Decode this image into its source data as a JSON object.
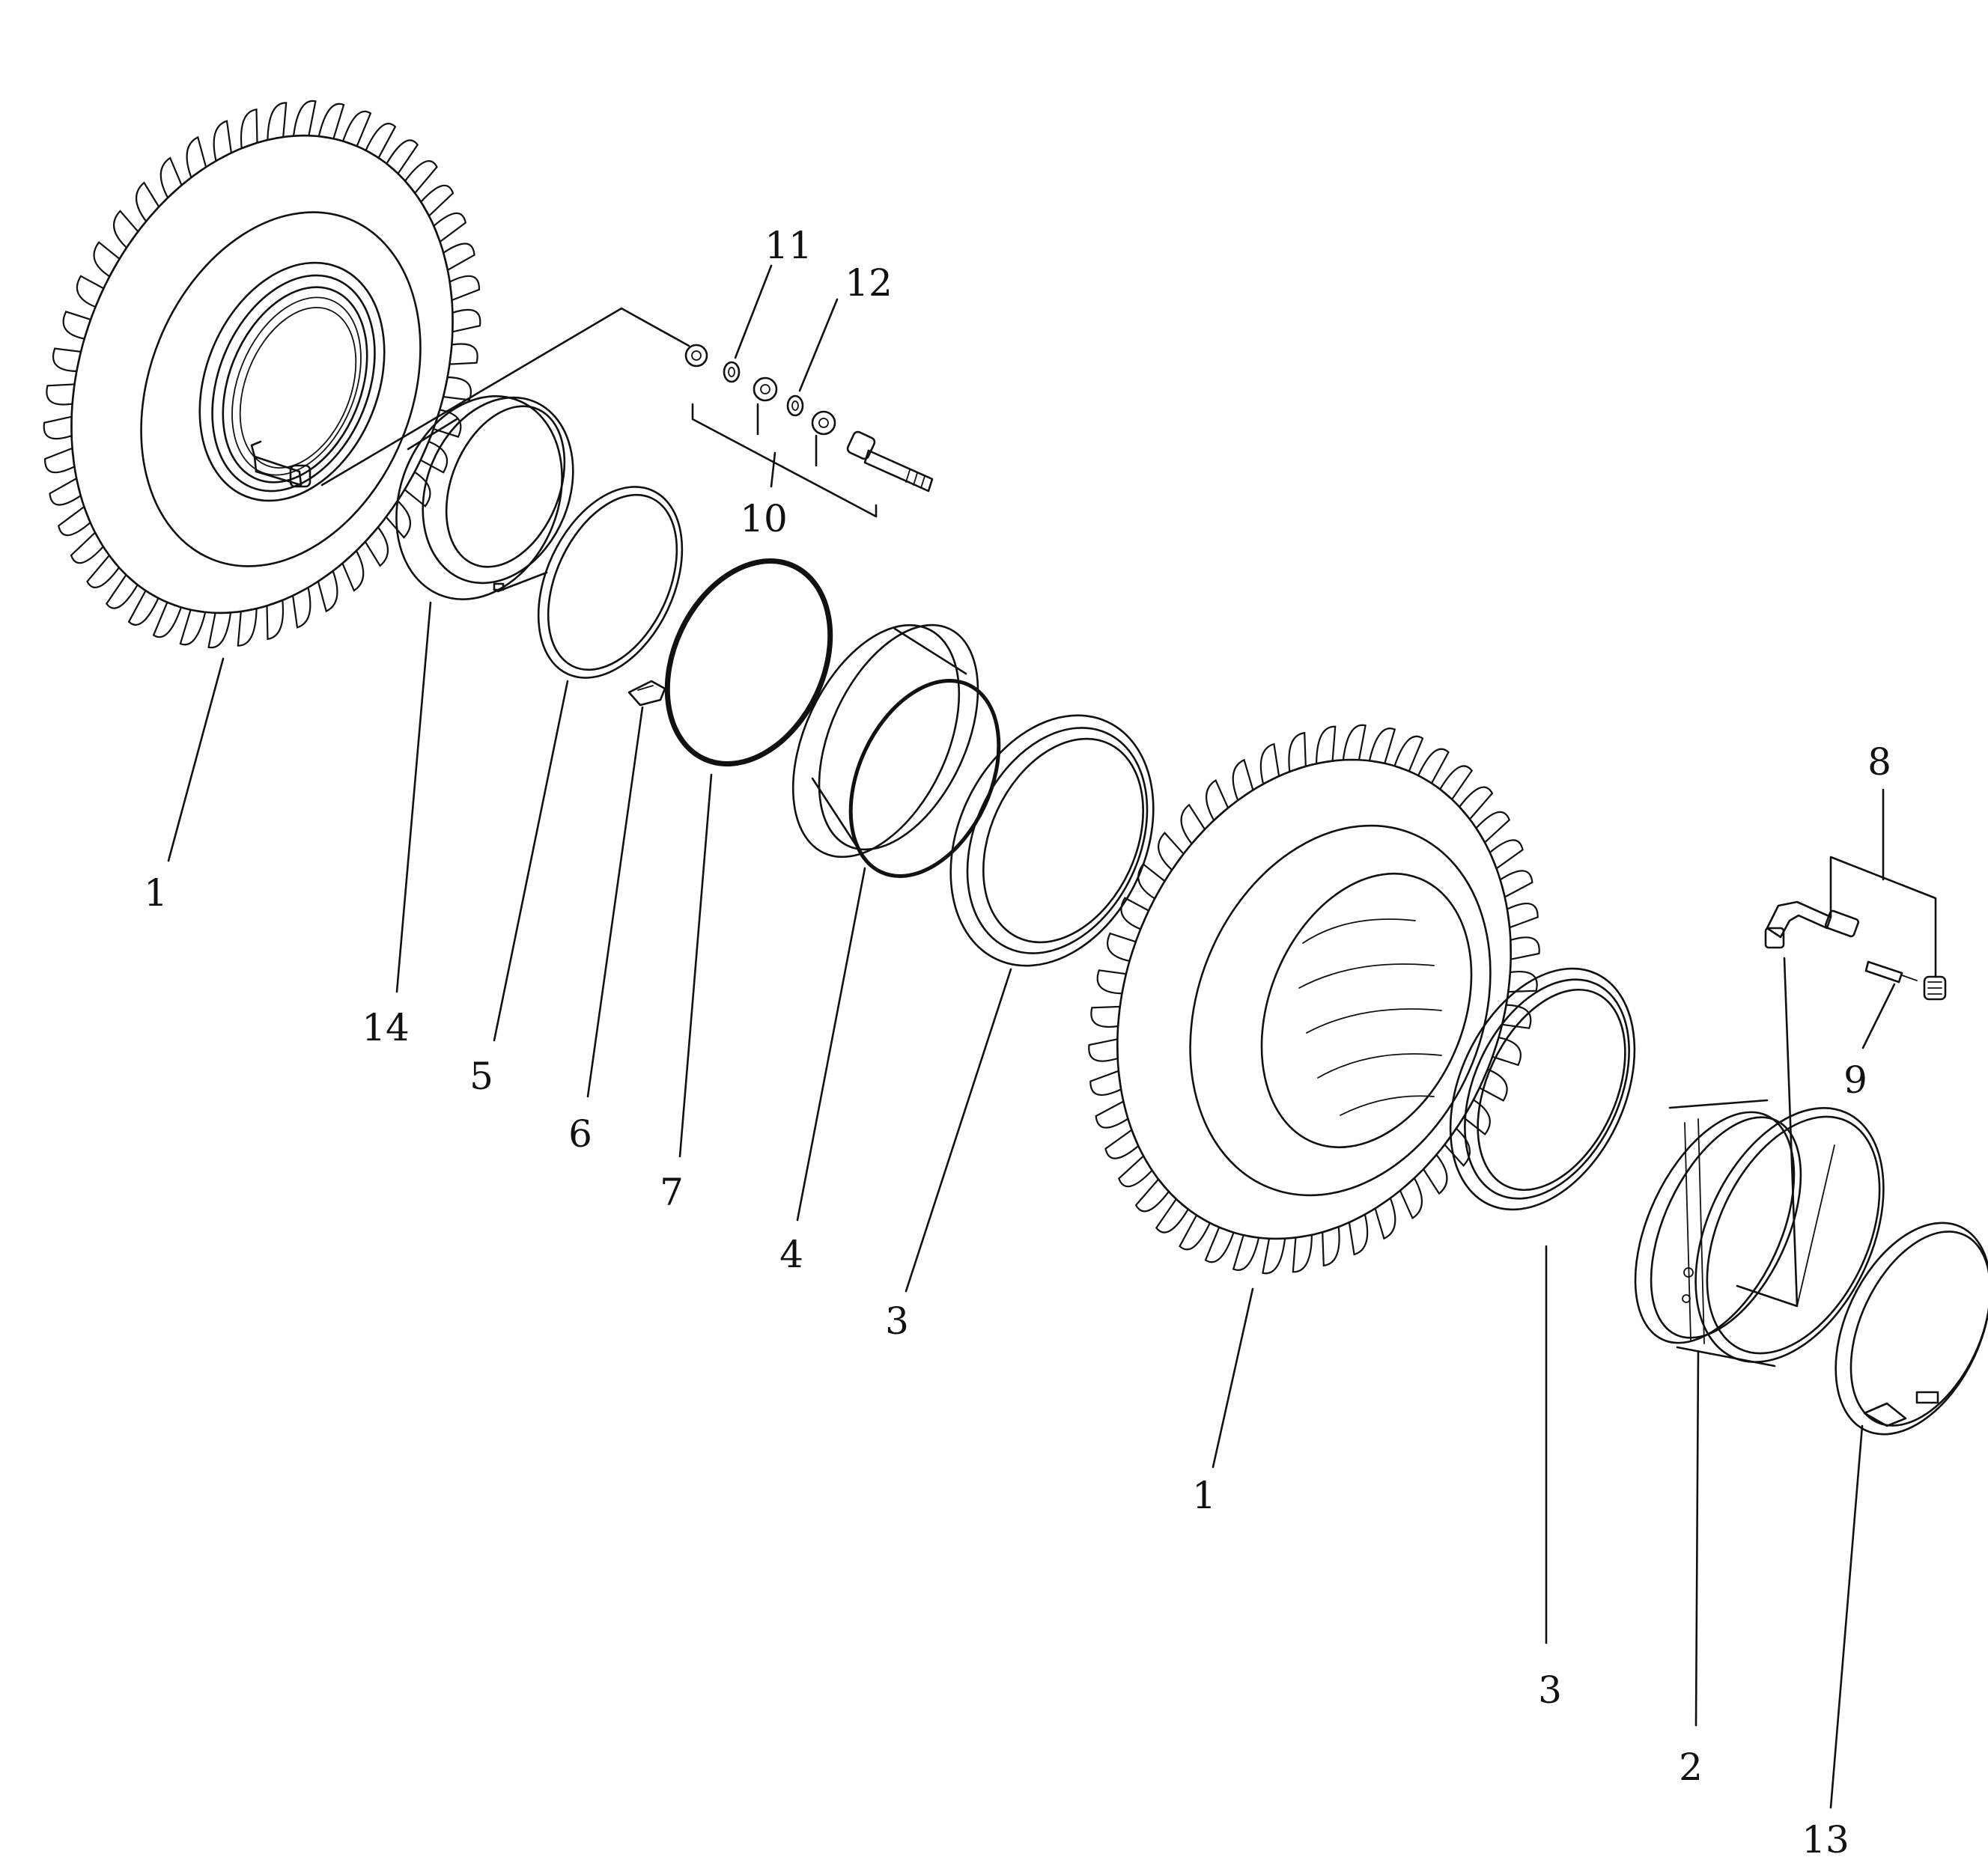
{
  "diagram": {
    "callouts": [
      {
        "id": "c1a",
        "label": "1"
      },
      {
        "id": "c14",
        "label": "14"
      },
      {
        "id": "c5",
        "label": "5"
      },
      {
        "id": "c6",
        "label": "6"
      },
      {
        "id": "c7",
        "label": "7"
      },
      {
        "id": "c4",
        "label": "4"
      },
      {
        "id": "c3a",
        "label": "3"
      },
      {
        "id": "c11",
        "label": "11"
      },
      {
        "id": "c12",
        "label": "12"
      },
      {
        "id": "c10",
        "label": "10"
      },
      {
        "id": "c8",
        "label": "8"
      },
      {
        "id": "c9",
        "label": "9"
      },
      {
        "id": "c1b",
        "label": "1"
      },
      {
        "id": "c3b",
        "label": "3"
      },
      {
        "id": "c2",
        "label": "2"
      },
      {
        "id": "c13",
        "label": "13"
      }
    ]
  }
}
